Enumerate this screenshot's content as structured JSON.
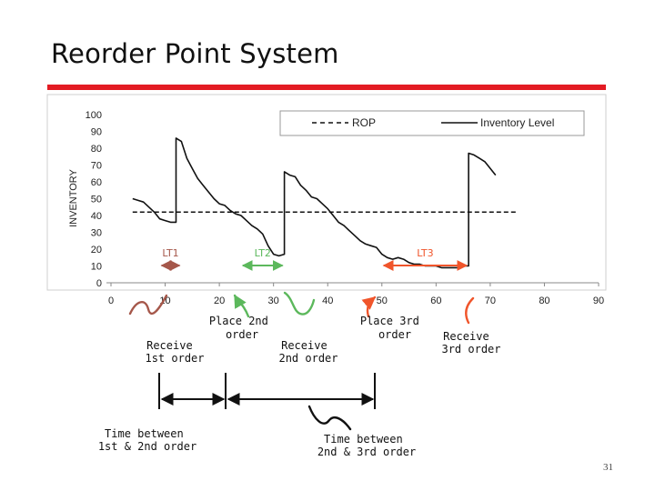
{
  "slide": {
    "title": "Reorder Point System",
    "page_number": "31"
  },
  "colors": {
    "accent_rule": "#e31b23",
    "lt1": "#a5574a",
    "lt2": "#5cb85c",
    "lt3": "#f0552b",
    "inventory": "#111111",
    "rop": "#111111"
  },
  "chart_data": {
    "type": "line",
    "ylabel": "INVENTORY",
    "xlabel": "",
    "xlim": [
      0,
      90
    ],
    "ylim": [
      0,
      100
    ],
    "xticks": [
      0,
      10,
      20,
      30,
      40,
      50,
      60,
      70,
      80,
      90
    ],
    "yticks": [
      0,
      10,
      20,
      30,
      40,
      50,
      60,
      70,
      80,
      90,
      100
    ],
    "legend": {
      "placement": "top-right",
      "entries": [
        "ROP",
        "Inventory Level"
      ]
    },
    "series": [
      {
        "name": "Inventory Level",
        "style": "solid",
        "x": [
          4,
          5,
          6,
          7,
          8,
          9,
          10,
          11,
          12,
          12,
          13,
          14,
          15,
          16,
          17,
          18,
          19,
          20,
          21,
          22,
          23,
          24,
          25,
          26,
          27,
          28,
          29,
          30,
          31,
          32,
          32,
          33,
          34,
          35,
          36,
          37,
          38,
          39,
          40,
          41,
          42,
          43,
          44,
          45,
          46,
          47,
          48,
          49,
          50,
          51,
          52,
          53,
          54,
          55,
          56,
          57,
          58,
          59,
          60,
          61,
          62,
          63,
          64,
          65,
          66,
          66,
          67,
          68,
          69,
          70,
          71
        ],
        "y": [
          50,
          49,
          48,
          45,
          42,
          38,
          37,
          36,
          36,
          86,
          84,
          74,
          68,
          62,
          58,
          54,
          50,
          47,
          46,
          43,
          41,
          40,
          37,
          34,
          32,
          29,
          22,
          17,
          16,
          17,
          66,
          64,
          63,
          58,
          55,
          51,
          50,
          47,
          44,
          40,
          36,
          34,
          31,
          28,
          25,
          23,
          22,
          21,
          17,
          15,
          14,
          15,
          14,
          12,
          11,
          11,
          10,
          10,
          10,
          9,
          9,
          9,
          9,
          10,
          10,
          77,
          76,
          74,
          72,
          68,
          64
        ]
      },
      {
        "name": "ROP",
        "style": "dashed",
        "x": [
          4,
          75
        ],
        "y": [
          42,
          42
        ]
      }
    ],
    "lead_times": [
      {
        "label": "LT1",
        "from": 9,
        "to": 13,
        "color": "#a5574a"
      },
      {
        "label": "LT2",
        "from": 24,
        "to": 32,
        "color": "#5cb85c"
      },
      {
        "label": "LT3",
        "from": 50,
        "to": 66,
        "color": "#f0552b"
      }
    ]
  },
  "annotations": {
    "receive_1st": "Receive\n1st order",
    "place_2nd": "Place 2nd\norder",
    "receive_2nd": "Receive\n2nd order",
    "place_3rd": "Place 3rd\norder",
    "receive_3rd": "Receive\n3rd order",
    "time_between_1_2": "Time between\n1st & 2nd order",
    "time_between_2_3": "Time between\n2nd & 3rd order"
  }
}
